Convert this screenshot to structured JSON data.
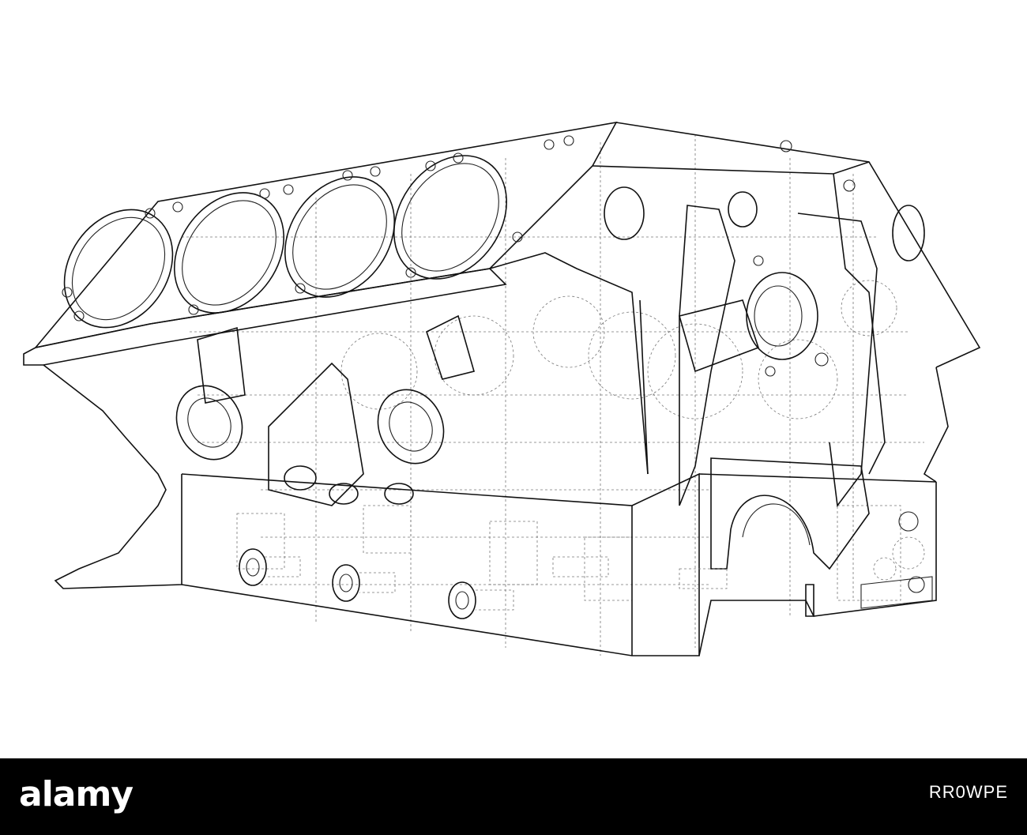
{
  "footer": {
    "logo_text": "alamy",
    "image_id": "RR0WPE",
    "background_color": "#000000",
    "text_color": "#ffffff"
  },
  "drawing": {
    "subject": "v8-engine-block-wireframe",
    "line_color": "#111111",
    "hidden_line_color": "#777777",
    "background_color": "#ffffff"
  }
}
